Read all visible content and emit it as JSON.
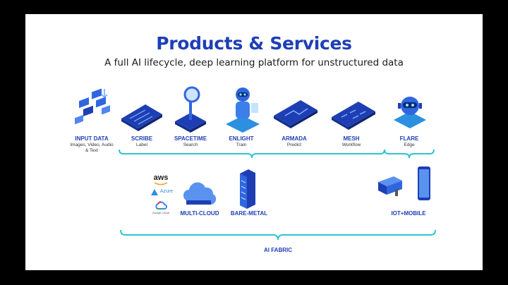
{
  "slide": {
    "title": "Products & Services",
    "subtitle": "A full AI lifecycle, deep learning platform for unstructured data"
  },
  "products": [
    {
      "name": "INPUT DATA",
      "desc": "Images, Video, Audio & Text",
      "icon": "media-files-icon"
    },
    {
      "name": "SCRIBE",
      "desc": "Label",
      "icon": "label-board-icon"
    },
    {
      "name": "SPACETIME",
      "desc": "Search",
      "icon": "magnifier-chip-icon"
    },
    {
      "name": "ENLIGHT",
      "desc": "Train",
      "icon": "robot-icon"
    },
    {
      "name": "ARMADA",
      "desc": "Predict",
      "icon": "predict-board-icon"
    },
    {
      "name": "MESH",
      "desc": "Workflow",
      "icon": "workflow-board-icon"
    },
    {
      "name": "FLARE",
      "desc": "Edge",
      "icon": "edge-robot-icon"
    }
  ],
  "infrastructure": {
    "cloud_providers": [
      "aws",
      "Azure",
      "Google Cloud"
    ],
    "multi_cloud": "MULTI-CLOUD",
    "bare_metal": "BARE-METAL",
    "iot_mobile": "IOT+MOBILE"
  },
  "fabric": "AI FABRIC",
  "colors": {
    "brand_blue": "#1e3fb4",
    "bracket_cyan": "#2ec5d3",
    "icon_blue": "#2f66e0"
  }
}
